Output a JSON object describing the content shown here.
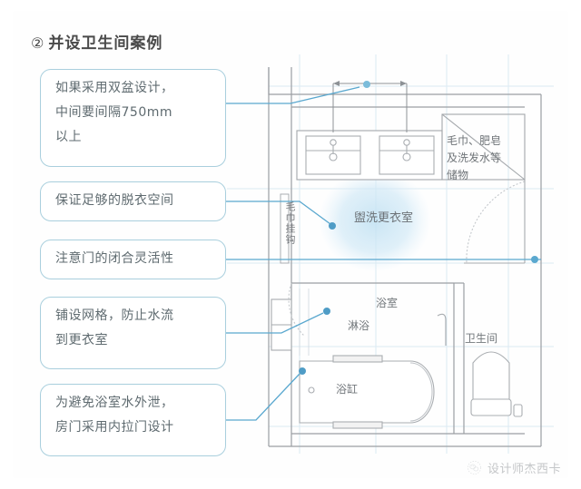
{
  "page": {
    "title_number": "②",
    "title": "并设卫生间案例",
    "background_color": "#ffffff",
    "accent_color": "#5aa8cf",
    "callout_border_color": "#a9cfdd",
    "plan_line_color": "#9b9fa3"
  },
  "callouts": [
    {
      "id": "callout-dual-basin",
      "lines": [
        "如果采用双盆设计，",
        "中间要间隔750mm",
        "以上"
      ],
      "target": "dimension-line-top"
    },
    {
      "id": "callout-undress-space",
      "lines": [
        "保证足够的脱衣空间"
      ],
      "target": "changing-room-circle"
    },
    {
      "id": "callout-door-flex",
      "lines": [
        "注意门的闭合灵活性"
      ],
      "target": "toilet-door"
    },
    {
      "id": "callout-grid-drain",
      "lines": [
        "铺设网格，防止水流",
        "到更衣室"
      ],
      "target": "shower-entry-grid"
    },
    {
      "id": "callout-inward-door",
      "lines": [
        "为避免浴室水外泄，",
        "房门采用内拉门设计"
      ],
      "target": "bathroom-door"
    }
  ],
  "plan": {
    "labels": {
      "storage": "毛巾、肥皂及洗发水等储物",
      "towel_hook": "毛巾挂钩",
      "washing_changing_room": "盥洗更衣室",
      "bathroom": "浴室",
      "shower": "淋浴",
      "bathtub": "浴缸",
      "toilet_room": "卫生间"
    },
    "fixtures": [
      {
        "name": "basin-left",
        "label": ""
      },
      {
        "name": "basin-right",
        "label": ""
      },
      {
        "name": "bathtub",
        "label": "浴缸"
      },
      {
        "name": "toilet",
        "label": ""
      },
      {
        "name": "shower-head",
        "label": ""
      }
    ],
    "dimension": {
      "name": "basin-spacing-dimension",
      "note": "750mm"
    }
  },
  "watermark": {
    "text": "设计师杰西卡",
    "icon": "wechat-account-icon"
  }
}
